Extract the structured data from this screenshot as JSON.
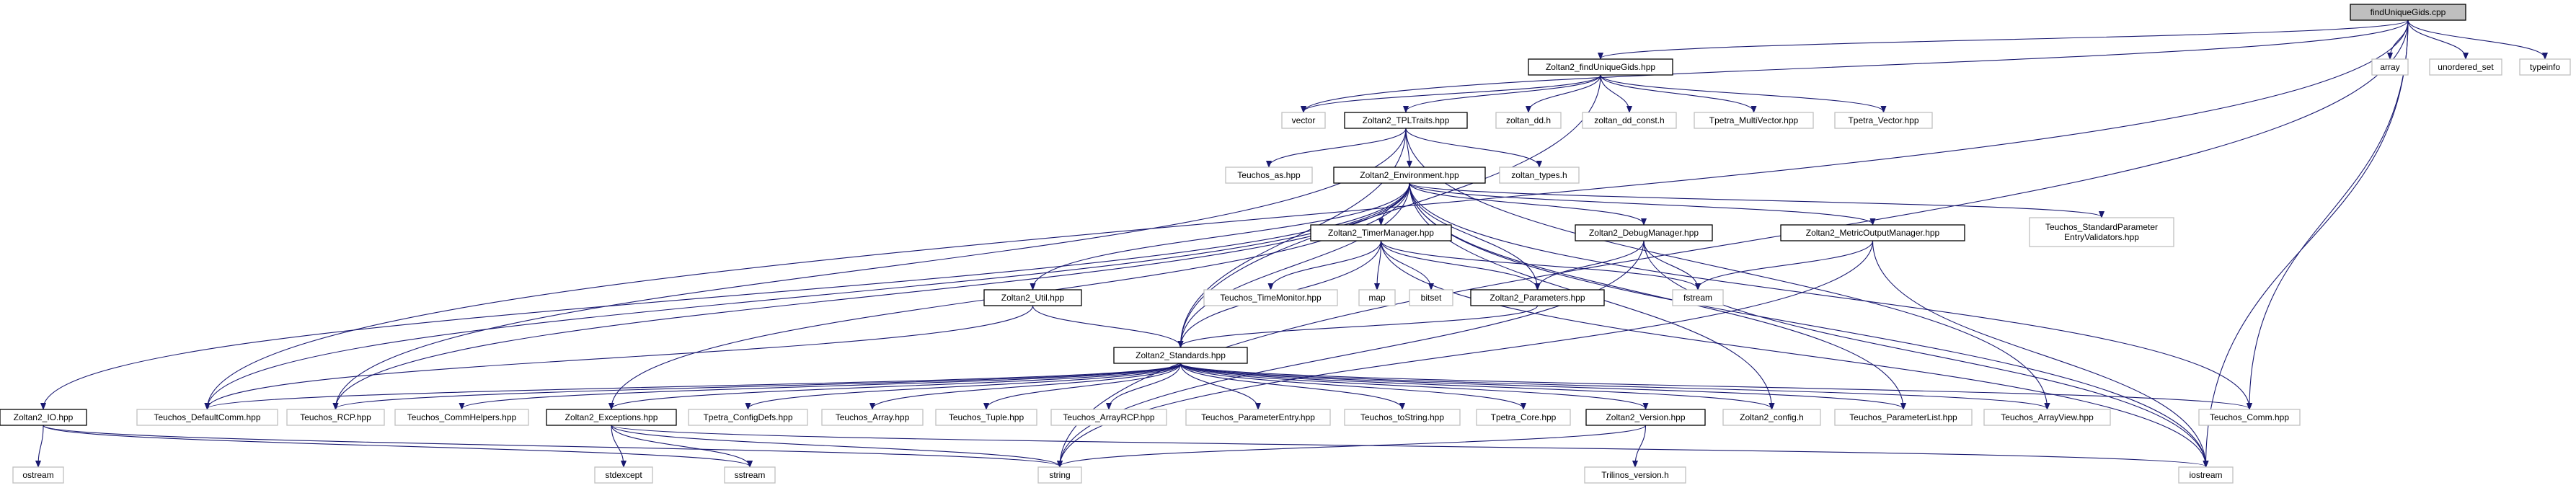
{
  "diagram": {
    "nodes": [
      {
        "id": "root",
        "label": "findUniqueGids.cpp",
        "kind": "root"
      },
      {
        "id": "fug",
        "label": "Zoltan2_findUniqueGids.hpp",
        "kind": "file"
      },
      {
        "id": "array",
        "label": "array",
        "kind": "std"
      },
      {
        "id": "unordered_set",
        "label": "unordered_set",
        "kind": "std"
      },
      {
        "id": "typeinfo",
        "label": "typeinfo",
        "kind": "std"
      },
      {
        "id": "vector",
        "label": "vector",
        "kind": "std"
      },
      {
        "id": "tpl",
        "label": "Zoltan2_TPLTraits.hpp",
        "kind": "file"
      },
      {
        "id": "zoltan_dd",
        "label": "zoltan_dd.h",
        "kind": "std"
      },
      {
        "id": "zoltan_dd_const",
        "label": "zoltan_dd_const.h",
        "kind": "std"
      },
      {
        "id": "mv",
        "label": "Tpetra_MultiVector.hpp",
        "kind": "std"
      },
      {
        "id": "tv",
        "label": "Tpetra_Vector.hpp",
        "kind": "std"
      },
      {
        "id": "as",
        "label": "Teuchos_as.hpp",
        "kind": "std"
      },
      {
        "id": "env",
        "label": "Zoltan2_Environment.hpp",
        "kind": "file"
      },
      {
        "id": "zt",
        "label": "zoltan_types.h",
        "kind": "std"
      },
      {
        "id": "tm",
        "label": "Zoltan2_TimerManager.hpp",
        "kind": "file"
      },
      {
        "id": "dm",
        "label": "Zoltan2_DebugManager.hpp",
        "kind": "file"
      },
      {
        "id": "mom",
        "label": "Zoltan2_MetricOutputManager.hpp",
        "kind": "file"
      },
      {
        "id": "spev",
        "label": [
          "Teuchos_StandardParameter",
          "EntryValidators.hpp"
        ],
        "kind": "std"
      },
      {
        "id": "util",
        "label": "Zoltan2_Util.hpp",
        "kind": "file"
      },
      {
        "id": "tmon",
        "label": "Teuchos_TimeMonitor.hpp",
        "kind": "std"
      },
      {
        "id": "map",
        "label": "map",
        "kind": "std"
      },
      {
        "id": "bitset",
        "label": "bitset",
        "kind": "std"
      },
      {
        "id": "params",
        "label": "Zoltan2_Parameters.hpp",
        "kind": "file"
      },
      {
        "id": "fstream",
        "label": "fstream",
        "kind": "std"
      },
      {
        "id": "stdh",
        "label": "Zoltan2_Standards.hpp",
        "kind": "file"
      },
      {
        "id": "io",
        "label": "Zoltan2_IO.hpp",
        "kind": "file"
      },
      {
        "id": "dcomm",
        "label": "Teuchos_DefaultComm.hpp",
        "kind": "std"
      },
      {
        "id": "rcp",
        "label": "Teuchos_RCP.hpp",
        "kind": "std"
      },
      {
        "id": "ch",
        "label": "Teuchos_CommHelpers.hpp",
        "kind": "std"
      },
      {
        "id": "exc",
        "label": "Zoltan2_Exceptions.hpp",
        "kind": "file"
      },
      {
        "id": "cfg",
        "label": "Tpetra_ConfigDefs.hpp",
        "kind": "std"
      },
      {
        "id": "tarr",
        "label": "Teuchos_Array.hpp",
        "kind": "std"
      },
      {
        "id": "tup",
        "label": "Teuchos_Tuple.hpp",
        "kind": "std"
      },
      {
        "id": "arcp",
        "label": "Teuchos_ArrayRCP.hpp",
        "kind": "std"
      },
      {
        "id": "pe",
        "label": "Teuchos_ParameterEntry.hpp",
        "kind": "std"
      },
      {
        "id": "tos",
        "label": "Teuchos_toString.hpp",
        "kind": "std"
      },
      {
        "id": "core",
        "label": "Tpetra_Core.hpp",
        "kind": "std"
      },
      {
        "id": "ver",
        "label": "Zoltan2_Version.hpp",
        "kind": "file"
      },
      {
        "id": "z2cfg",
        "label": "Zoltan2_config.h",
        "kind": "std"
      },
      {
        "id": "pl",
        "label": "Teuchos_ParameterList.hpp",
        "kind": "std"
      },
      {
        "id": "av",
        "label": "Teuchos_ArrayView.hpp",
        "kind": "std"
      },
      {
        "id": "comm",
        "label": "Teuchos_Comm.hpp",
        "kind": "std"
      },
      {
        "id": "ostream",
        "label": "ostream",
        "kind": "std"
      },
      {
        "id": "sstream",
        "label": "sstream",
        "kind": "std"
      },
      {
        "id": "stdexcept",
        "label": "stdexcept",
        "kind": "std"
      },
      {
        "id": "string",
        "label": "string",
        "kind": "std"
      },
      {
        "id": "trv",
        "label": "Trilinos_version.h",
        "kind": "std"
      },
      {
        "id": "iostream",
        "label": "iostream",
        "kind": "std"
      }
    ],
    "edges": [
      [
        "root",
        "fug"
      ],
      [
        "root",
        "array"
      ],
      [
        "root",
        "unordered_set"
      ],
      [
        "root",
        "typeinfo"
      ],
      [
        "root",
        "vector"
      ],
      [
        "root",
        "dcomm"
      ],
      [
        "root",
        "comm"
      ],
      [
        "root",
        "string"
      ],
      [
        "root",
        "iostream"
      ],
      [
        "fug",
        "vector"
      ],
      [
        "fug",
        "tpl"
      ],
      [
        "fug",
        "zoltan_dd"
      ],
      [
        "fug",
        "zoltan_dd_const"
      ],
      [
        "fug",
        "mv"
      ],
      [
        "fug",
        "tv"
      ],
      [
        "fug",
        "stdh"
      ],
      [
        "tpl",
        "as"
      ],
      [
        "tpl",
        "env"
      ],
      [
        "tpl",
        "zt"
      ],
      [
        "tpl",
        "stdh"
      ],
      [
        "tpl",
        "rcp"
      ],
      [
        "tpl",
        "av"
      ],
      [
        "env",
        "tm"
      ],
      [
        "env",
        "dm"
      ],
      [
        "env",
        "mom"
      ],
      [
        "env",
        "spev"
      ],
      [
        "env",
        "util"
      ],
      [
        "env",
        "params"
      ],
      [
        "env",
        "stdh"
      ],
      [
        "env",
        "io"
      ],
      [
        "env",
        "dcomm"
      ],
      [
        "env",
        "rcp"
      ],
      [
        "env",
        "exc"
      ],
      [
        "env",
        "z2cfg"
      ],
      [
        "env",
        "pl"
      ],
      [
        "env",
        "comm"
      ],
      [
        "env",
        "iostream"
      ],
      [
        "tm",
        "tmon"
      ],
      [
        "tm",
        "map"
      ],
      [
        "tm",
        "bitset"
      ],
      [
        "tm",
        "params"
      ],
      [
        "tm",
        "fstream"
      ],
      [
        "tm",
        "stdh"
      ],
      [
        "tm",
        "iostream"
      ],
      [
        "dm",
        "params"
      ],
      [
        "dm",
        "fstream"
      ],
      [
        "dm",
        "string"
      ],
      [
        "dm",
        "iostream"
      ],
      [
        "mom",
        "fstream"
      ],
      [
        "mom",
        "iostream"
      ],
      [
        "mom",
        "string"
      ],
      [
        "util",
        "stdh"
      ],
      [
        "util",
        "dcomm"
      ],
      [
        "params",
        "stdh"
      ],
      [
        "stdh",
        "dcomm"
      ],
      [
        "stdh",
        "rcp"
      ],
      [
        "stdh",
        "ch"
      ],
      [
        "stdh",
        "exc"
      ],
      [
        "stdh",
        "cfg"
      ],
      [
        "stdh",
        "tarr"
      ],
      [
        "stdh",
        "tup"
      ],
      [
        "stdh",
        "arcp"
      ],
      [
        "stdh",
        "pe"
      ],
      [
        "stdh",
        "tos"
      ],
      [
        "stdh",
        "core"
      ],
      [
        "stdh",
        "ver"
      ],
      [
        "stdh",
        "z2cfg"
      ],
      [
        "stdh",
        "pl"
      ],
      [
        "stdh",
        "av"
      ],
      [
        "stdh",
        "comm"
      ],
      [
        "io",
        "ostream"
      ],
      [
        "io",
        "sstream"
      ],
      [
        "io",
        "string"
      ],
      [
        "exc",
        "stdexcept"
      ],
      [
        "exc",
        "sstream"
      ],
      [
        "exc",
        "string"
      ],
      [
        "exc",
        "iostream"
      ],
      [
        "ver",
        "string"
      ],
      [
        "ver",
        "trv"
      ]
    ]
  }
}
